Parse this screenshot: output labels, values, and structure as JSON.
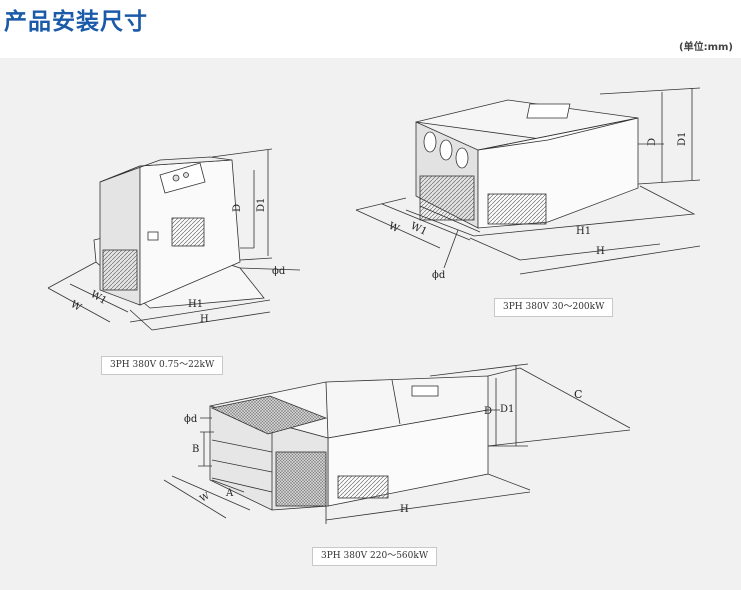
{
  "page": {
    "title": "产品安装尺寸",
    "unit_note": "(单位:mm)"
  },
  "colors": {
    "title": "#1a5aa8",
    "panel_background": "#f1f1f1",
    "line": "#333333"
  },
  "figures": [
    {
      "caption": "3PH  380V 0.75～22kW",
      "labels": {
        "d": "D",
        "d1": "D1",
        "phi_d": "ϕd",
        "w": "W",
        "w1": "W1",
        "h1": "H1",
        "h": "H"
      }
    },
    {
      "caption": "3PH  380V 30～200kW",
      "labels": {
        "d": "D",
        "d1": "D1",
        "phi_d": "ϕd",
        "w": "W",
        "w1": "W1",
        "h1": "H1",
        "h": "H"
      }
    },
    {
      "caption": "3PH  380V 220～560kW",
      "labels": {
        "phi_d": "ϕd",
        "b": "B",
        "a": "A",
        "w": "W",
        "d": "D",
        "d1": "D1",
        "c": "C",
        "h": "H"
      }
    }
  ]
}
